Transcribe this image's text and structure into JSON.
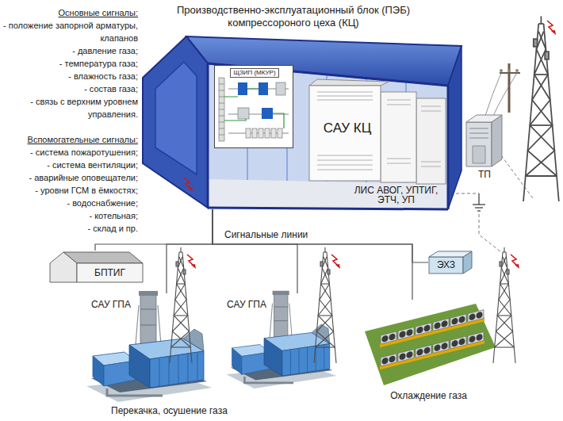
{
  "diagram": {
    "nodes": [
      {
        "text": [
          "Производственно-эксплуатационный блок (ПЭБ) компрессороного цеха (КЦ)"
        ]
      },
      {
        "text": [
          "ЩЗИП (МКУР)"
        ],
        "in": 0
      },
      {
        "text": [
          "САУ КЦ"
        ],
        "in": 0
      },
      {
        "text": [
          "ТП"
        ]
      },
      {
        "text": [
          "БПТИГ"
        ]
      },
      {
        "text": [
          "ЭХЗ"
        ]
      },
      {
        "text": [
          "САУ ГПА"
        ]
      },
      {
        "text": [
          "САУ ГПА"
        ]
      },
      {
        "text": [
          "Охлаждение газа"
        ]
      }
    ],
    "edges": [
      {
        "from": 0,
        "to": 4,
        "arrow": "none"
      },
      {
        "from": 0,
        "to": 6,
        "arrow": "none"
      },
      {
        "from": 0,
        "to": 7,
        "arrow": "none"
      },
      {
        "from": 0,
        "to": 8,
        "arrow": "none"
      },
      {
        "from": 0,
        "to": 5,
        "arrow": "none"
      }
    ],
    "labels": [
      "Основные сигналы:",
      "- положение запорной арматуры, клапанов",
      "- давление газа;",
      "- температура газа;",
      "- влажность газа;",
      "- состав газа;",
      "- связь с верхним уровнем управления.",
      "Вспомогательные сигналы:",
      "- система пожаротушения;",
      "- система вентиляции;",
      "- аварийные оповещатели;",
      "- уровни ГСМ в ёмкостях;",
      "- водоснабжение;",
      "- котельная;",
      "- склад и пр.",
      "ЛИС АВОГ, УПТИГ, ЭТЧ, УП",
      "Сигнальные линии",
      "Перекачка, осушение газа"
    ]
  }
}
